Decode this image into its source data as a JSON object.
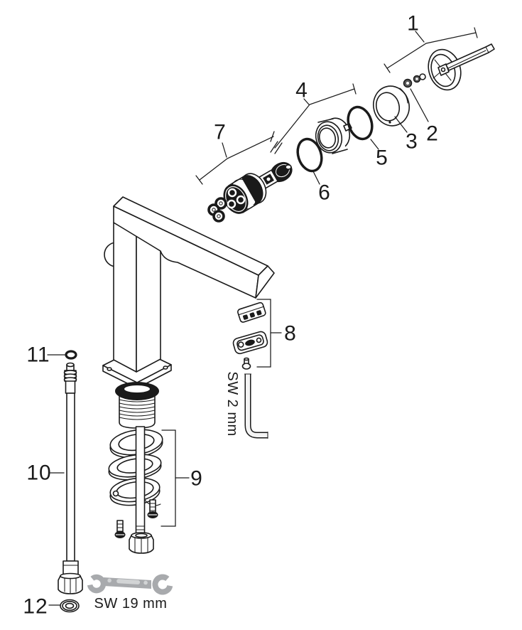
{
  "figure": {
    "background_color": "#ffffff",
    "line_color": "#1a1a1a",
    "wrench_color": "#a8aaad"
  },
  "callouts": [
    {
      "id": "1",
      "label": "1"
    },
    {
      "id": "2",
      "label": "2"
    },
    {
      "id": "3",
      "label": "3"
    },
    {
      "id": "4",
      "label": "4"
    },
    {
      "id": "5",
      "label": "5"
    },
    {
      "id": "6",
      "label": "6"
    },
    {
      "id": "7",
      "label": "7"
    },
    {
      "id": "8",
      "label": "8"
    },
    {
      "id": "9",
      "label": "9"
    },
    {
      "id": "10",
      "label": "10"
    },
    {
      "id": "11",
      "label": "11"
    },
    {
      "id": "12",
      "label": "12"
    }
  ],
  "tool_annotations": [
    {
      "id": "hex-key-size",
      "text": "SW 2 mm"
    },
    {
      "id": "wrench-size",
      "text": "SW 19 mm"
    }
  ]
}
